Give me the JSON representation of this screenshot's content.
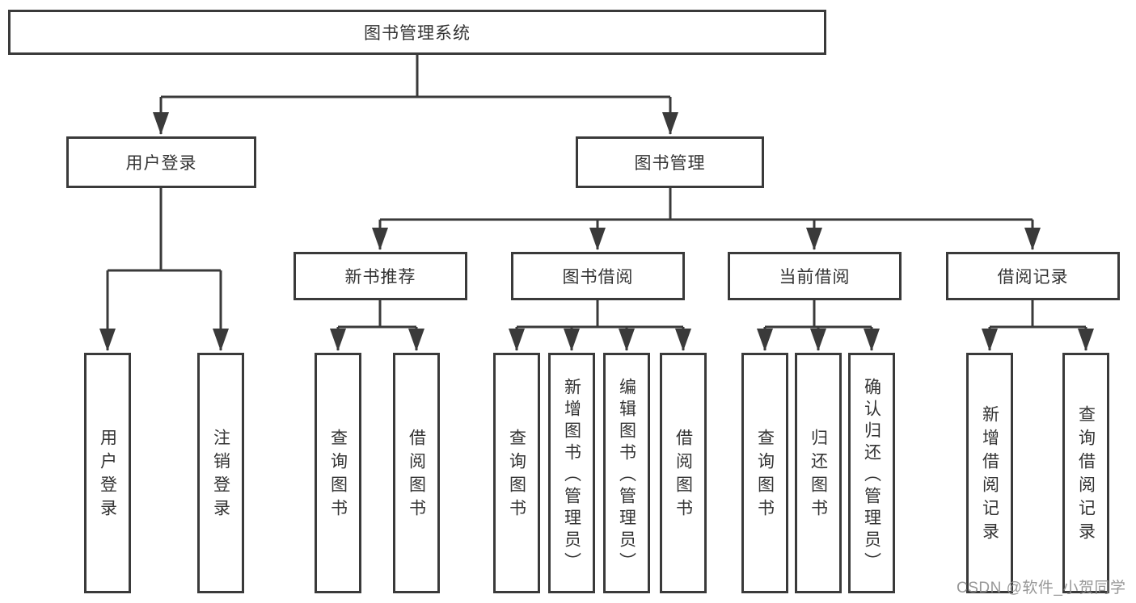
{
  "diagram": {
    "root": {
      "label": "图书管理系统"
    },
    "branches": [
      {
        "label": "用户登录",
        "children": [
          "用户登录",
          "注销登录"
        ]
      },
      {
        "label": "图书管理",
        "groups": [
          {
            "label": "新书推荐",
            "children": [
              "查询图书",
              "借阅图书"
            ]
          },
          {
            "label": "图书借阅",
            "children": [
              "查询图书",
              "新增图书（管理员）",
              "编辑图书（管理员）",
              "借阅图书"
            ]
          },
          {
            "label": "当前借阅",
            "children": [
              "查询图书",
              "归还图书",
              "确认归还（管理员）"
            ]
          },
          {
            "label": "借阅记录",
            "children": [
              "新增借阅记录",
              "查询借阅记录"
            ]
          }
        ]
      }
    ]
  },
  "watermark": {
    "text": "CSDN @软件_小贺同学"
  },
  "colors": {
    "line": "#3a3a3a",
    "text": "#333333",
    "watermark": "#8f8f8f",
    "background": "#ffffff"
  }
}
